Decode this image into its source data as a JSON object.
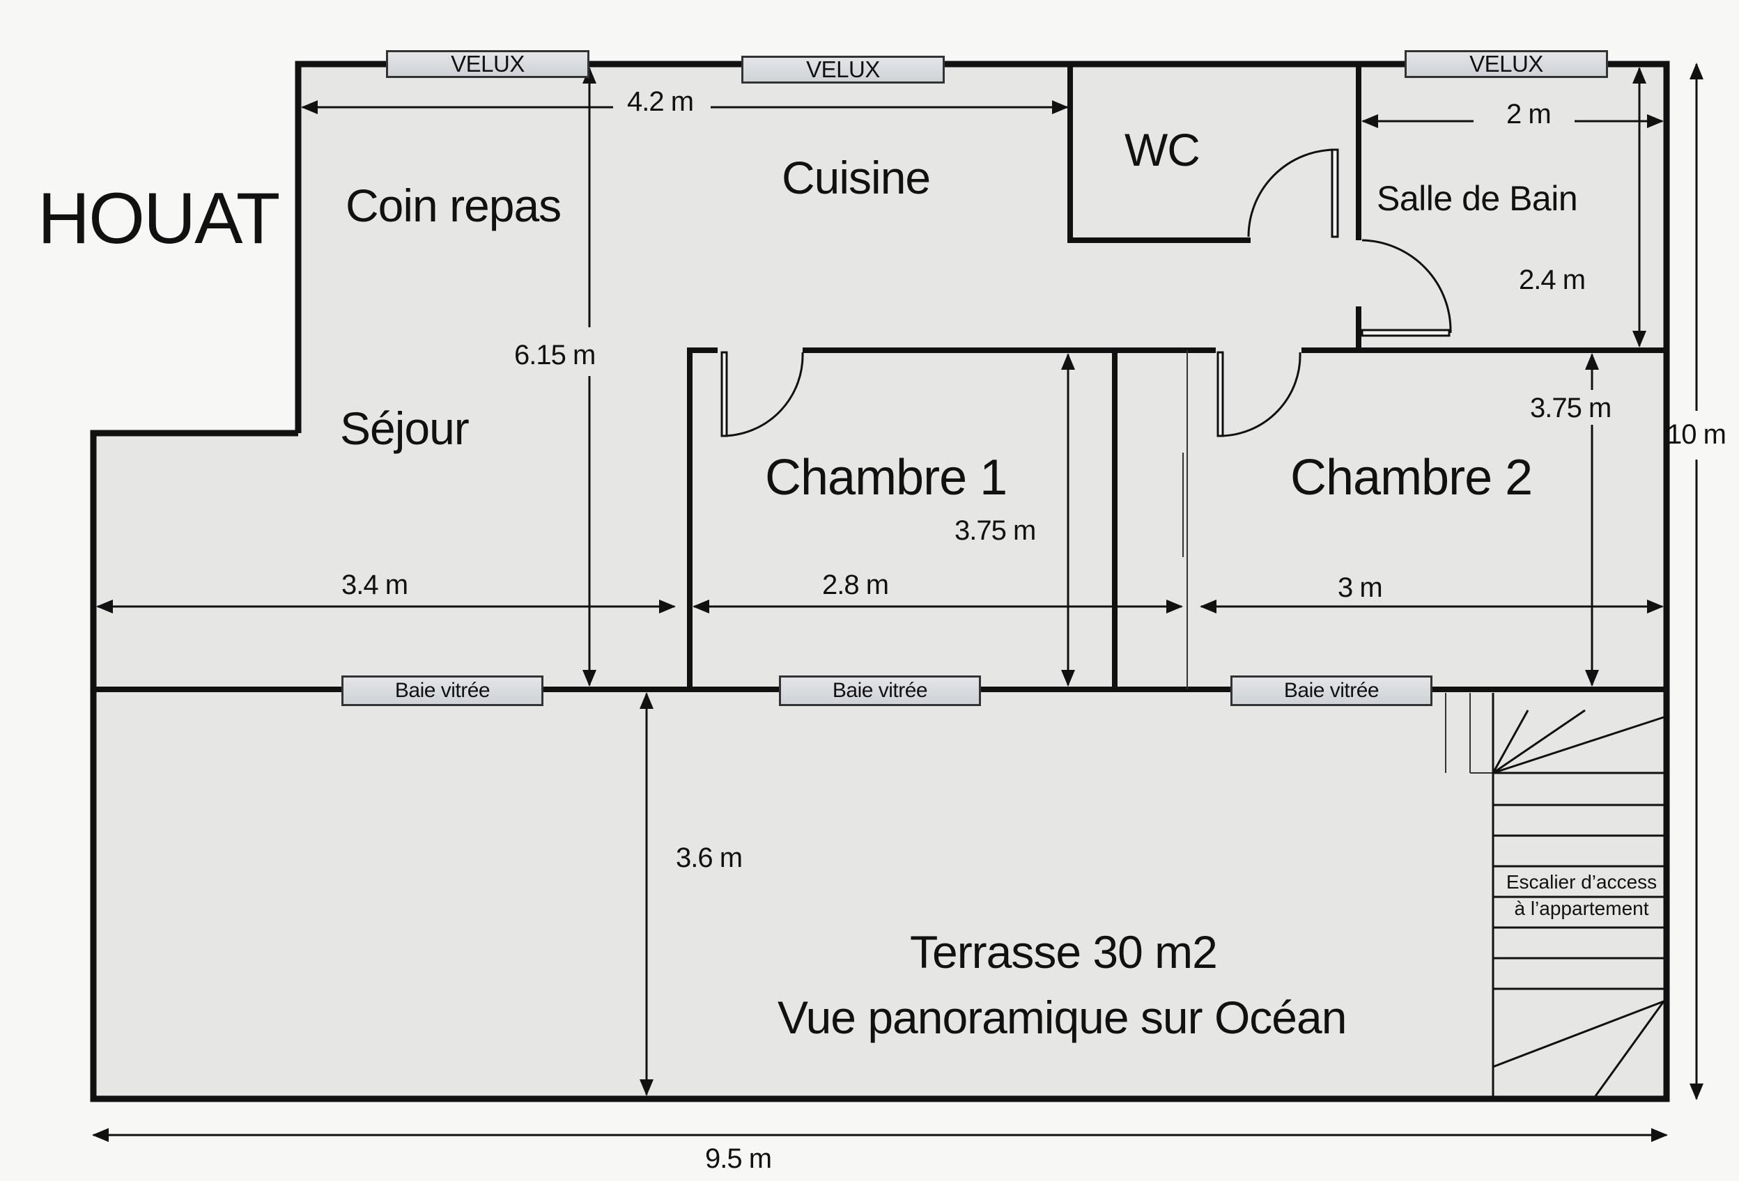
{
  "plan": {
    "title": "HOUAT",
    "colors": {
      "background": "#f7f7f6",
      "floor": "#e6e6e5",
      "wall": "#111111",
      "window_fill": "#d8dadd"
    },
    "rooms": {
      "coin_repas": "Coin repas",
      "cuisine": "Cuisine",
      "wc": "WC",
      "salle_de_bain": "Salle de Bain",
      "sejour": "Séjour",
      "chambre_1": "Chambre 1",
      "chambre_2": "Chambre 2",
      "terrasse_line1": "Terrasse 30 m2",
      "terrasse_line2": "Vue panoramique sur Océan",
      "escalier_line1": "Escalier d’access",
      "escalier_line2": "à l’appartement"
    },
    "windows": {
      "velux_1": "VELUX",
      "velux_2": "VELUX",
      "velux_3": "VELUX",
      "baie_1": "Baie vitrée",
      "baie_2": "Baie vitrée",
      "baie_3": "Baie vitrée"
    },
    "dimensions": {
      "cuisine_width": "4.2 m",
      "sejour_height": "6.15 m",
      "sejour_width": "3.4 m",
      "sdb_width": "2 m",
      "sdb_height": "2.4 m",
      "chambre1_width": "2.8 m",
      "chambre1_height": "3.75 m",
      "chambre2_width": "3 m",
      "chambre2_height": "3.75 m",
      "terrasse_depth": "3.6 m",
      "total_width": "9.5 m",
      "total_height": "10 m"
    }
  }
}
